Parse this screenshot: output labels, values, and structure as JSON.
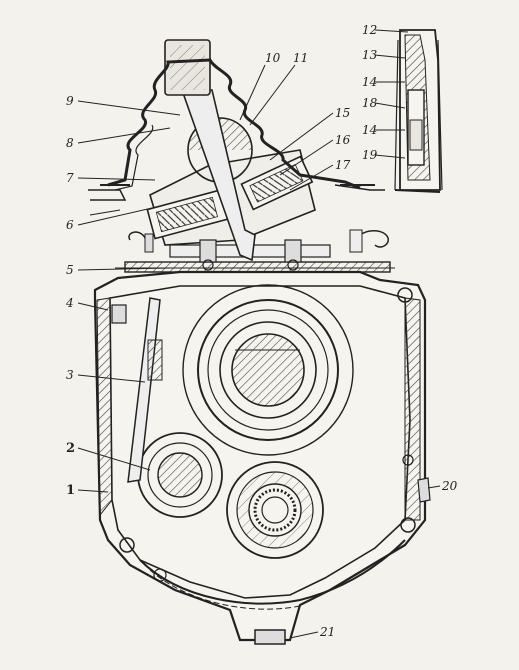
{
  "diagram": {
    "callouts": [
      {
        "id": "1",
        "label": "1"
      },
      {
        "id": "2",
        "label": "2"
      },
      {
        "id": "3",
        "label": "3"
      },
      {
        "id": "4",
        "label": "4"
      },
      {
        "id": "5",
        "label": "5"
      },
      {
        "id": "6",
        "label": "6"
      },
      {
        "id": "7",
        "label": "7"
      },
      {
        "id": "8",
        "label": "8"
      },
      {
        "id": "9",
        "label": "9"
      },
      {
        "id": "10",
        "label": "10"
      },
      {
        "id": "11",
        "label": "11"
      },
      {
        "id": "12",
        "label": "12"
      },
      {
        "id": "13",
        "label": "13"
      },
      {
        "id": "14a",
        "label": "14"
      },
      {
        "id": "14b",
        "label": "14"
      },
      {
        "id": "15",
        "label": "15"
      },
      {
        "id": "16",
        "label": "16"
      },
      {
        "id": "17",
        "label": "17"
      },
      {
        "id": "18",
        "label": "18"
      },
      {
        "id": "19",
        "label": "19"
      },
      {
        "id": "20",
        "label": "20"
      },
      {
        "id": "21",
        "label": "21"
      }
    ]
  },
  "colors": {
    "paper": "#f4f2ec",
    "ink": "#222222",
    "hatch": "#555555"
  }
}
